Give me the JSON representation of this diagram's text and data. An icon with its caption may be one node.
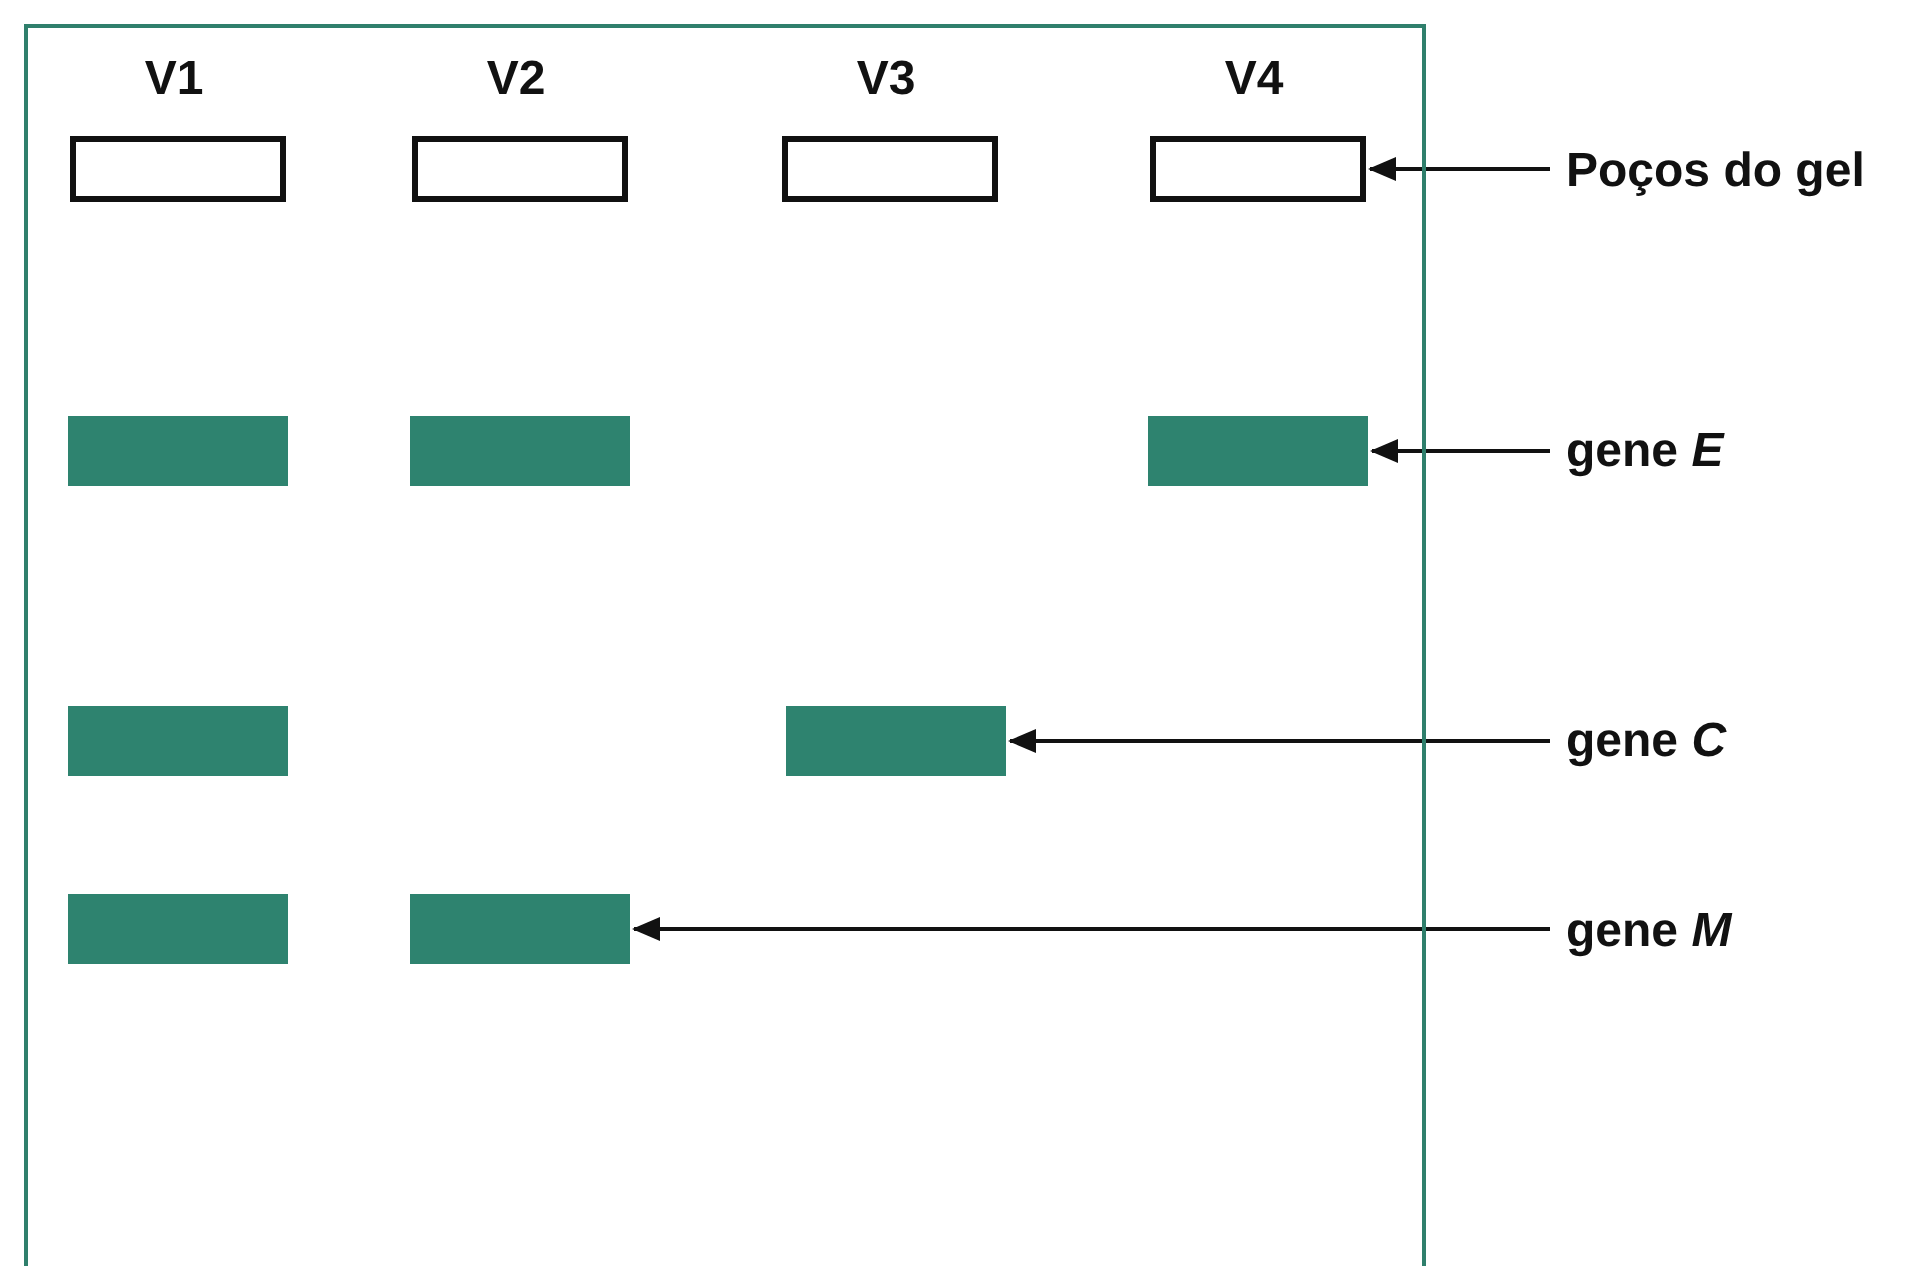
{
  "diagram": {
    "nodes": [
      {
        "text": [],
        "shape": "box"
      },
      {
        "text": [],
        "shape": "box",
        "in": 0
      },
      {
        "text": [],
        "shape": "box",
        "in": 0
      },
      {
        "text": [],
        "shape": "box",
        "in": 0
      },
      {
        "text": [],
        "shape": "box",
        "in": 0
      },
      {
        "text": [],
        "shape": "bar",
        "in": 0
      },
      {
        "text": [],
        "shape": "bar",
        "in": 0
      },
      {
        "text": [],
        "shape": "bar",
        "in": 0
      },
      {
        "text": [],
        "shape": "bar",
        "in": 0
      },
      {
        "text": [],
        "shape": "bar",
        "in": 0
      },
      {
        "text": [],
        "shape": "bar",
        "in": 0
      },
      {
        "text": [],
        "shape": "bar",
        "in": 0
      },
      {
        "text": [
          "Poços do gel"
        ]
      },
      {
        "text": [
          "gene *E*"
        ]
      },
      {
        "text": [
          "gene *C*"
        ]
      },
      {
        "text": [
          "gene *M*"
        ]
      }
    ],
    "edges": [
      {
        "from": 12,
        "to": 4,
        "arrow": "to"
      },
      {
        "from": 13,
        "to": 7,
        "arrow": "to"
      },
      {
        "from": 14,
        "to": 9,
        "arrow": "to"
      },
      {
        "from": 15,
        "to": 11,
        "arrow": "to"
      }
    ],
    "labels": [
      "V1",
      "V2",
      "V3",
      "V4"
    ]
  }
}
